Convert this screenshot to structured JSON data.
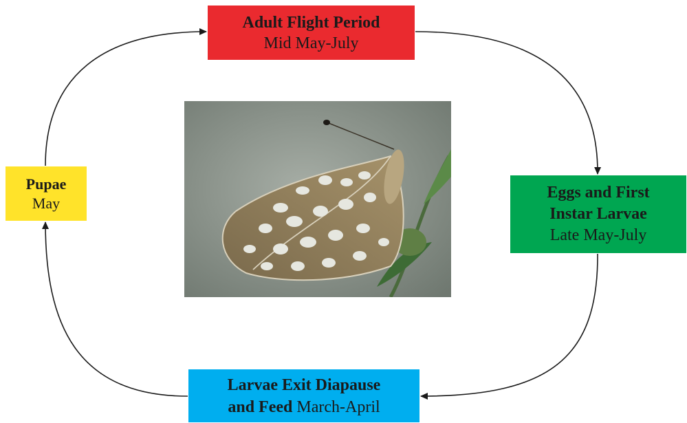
{
  "diagram": {
    "stages": {
      "adult": {
        "title": "Adult Flight Period",
        "period": "Mid May-July",
        "color": "#ea2a2f"
      },
      "eggs": {
        "title_line1": "Eggs and First",
        "title_line2": "Instar Larvae",
        "period": "Late May-July",
        "color": "#00a651"
      },
      "larvae": {
        "title_line1": "Larvae Exit Diapause",
        "title_line2": "and Feed",
        "period": "March-April",
        "color": "#00aeef"
      },
      "pupae": {
        "title": "Pupae",
        "period": "May",
        "color": "#ffe32a"
      }
    },
    "photo": {
      "subject": "butterfly-photo"
    },
    "arrow_color": "#1a1a1a"
  }
}
